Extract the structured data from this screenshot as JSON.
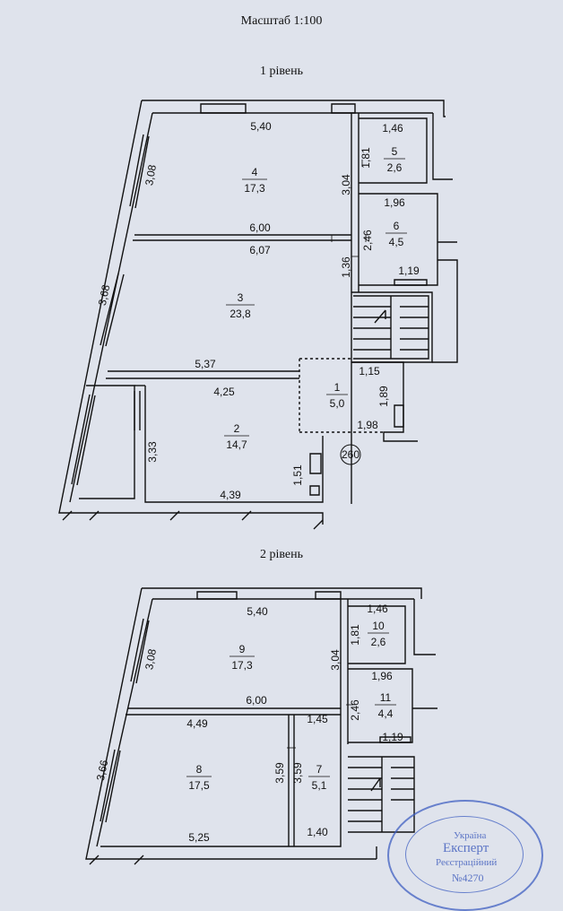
{
  "scale_title": "Масштаб 1:100",
  "levels": [
    {
      "title": "1 рівень",
      "rooms": [
        {
          "number": "4",
          "area": "17,3"
        },
        {
          "number": "5",
          "area": "2,6"
        },
        {
          "number": "6",
          "area": "4,5"
        },
        {
          "number": "3",
          "area": "23,8"
        },
        {
          "number": "1",
          "area": "5,0"
        },
        {
          "number": "2",
          "area": "14,7"
        }
      ],
      "dimensions": [
        "5,40",
        "1,46",
        "3,08",
        "3,04",
        "1,81",
        "6,00",
        "1,96",
        "6,07",
        "2,46",
        "1,36",
        "3,68",
        "1,19",
        "5,37",
        "1,15",
        "4,25",
        "1,89",
        "1,98",
        "3,33",
        "1,51",
        "4,39"
      ],
      "marker": "260"
    },
    {
      "title": "2 рівень",
      "rooms": [
        {
          "number": "9",
          "area": "17,3"
        },
        {
          "number": "10",
          "area": "2,6"
        },
        {
          "number": "11",
          "area": "4,4"
        },
        {
          "number": "8",
          "area": "17,5"
        },
        {
          "number": "7",
          "area": "5,1"
        }
      ],
      "dimensions": [
        "5,40",
        "1,46",
        "3,08",
        "1,81",
        "3,04",
        "6,00",
        "1,96",
        "4,49",
        "1,45",
        "2,46",
        "1,19",
        "3,66",
        "3,59",
        "3,59",
        "5,25",
        "1,40"
      ]
    }
  ],
  "stamp": {
    "line1": "Україна",
    "line2": "Експерт",
    "line3": "Реєстраційний",
    "line4": "№4270"
  },
  "colors": {
    "paper": "#dfe3ec",
    "ink": "#111111",
    "stamp": "#3f5fc2"
  }
}
